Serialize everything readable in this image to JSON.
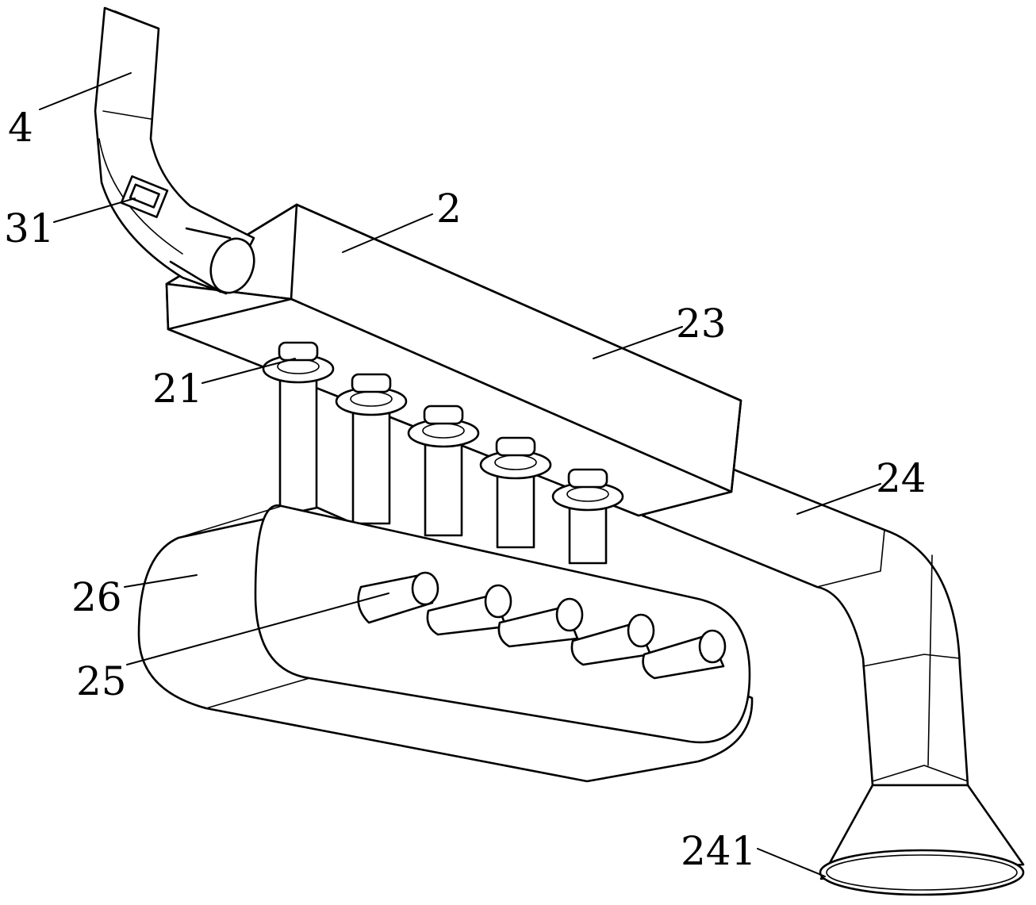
{
  "diagram": {
    "labels": {
      "tube": "4",
      "clamp": "31",
      "box": "2",
      "box_face": "23",
      "nozzles": "21",
      "outlet_pipe": "24",
      "rollers": "25",
      "drum": "26",
      "bell_mouth": "241"
    },
    "colors": {
      "line": "#000000",
      "background": "#ffffff"
    }
  }
}
